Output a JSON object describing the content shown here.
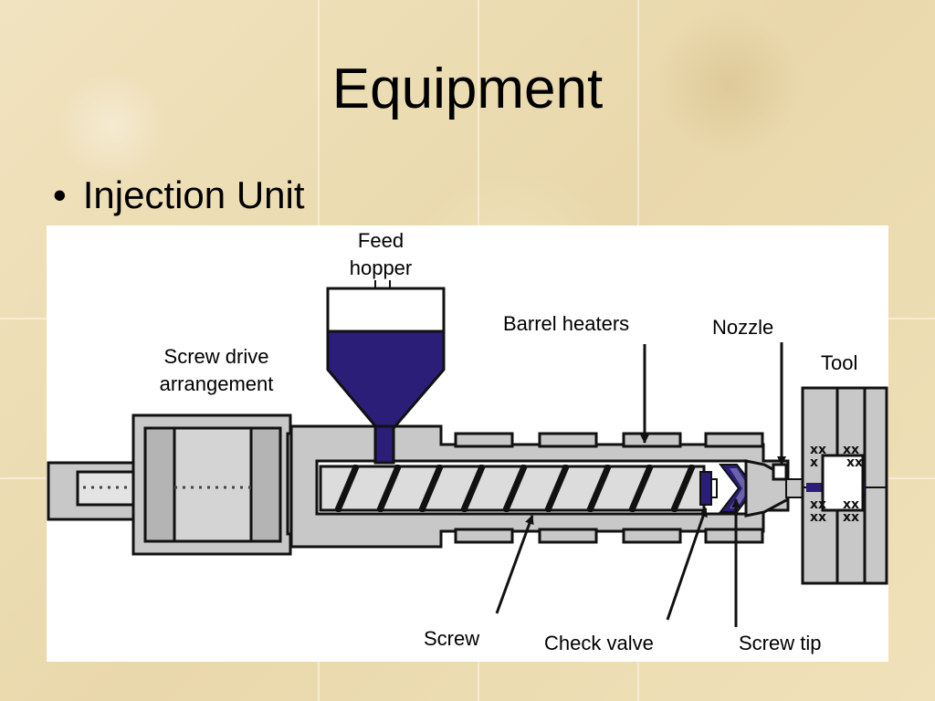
{
  "slide": {
    "title": "Equipment",
    "bullet_marker": "•",
    "bullet_text": "Injection Unit"
  },
  "diagram": {
    "labels": {
      "feed_hopper_1": "Feed",
      "feed_hopper_2": "hopper",
      "barrel_heaters": "Barrel heaters",
      "nozzle": "Nozzle",
      "tool": "Tool",
      "screw_drive_1": "Screw drive",
      "screw_drive_2": "arrangement",
      "screw": "Screw",
      "check_valve": "Check valve",
      "screw_tip": "Screw tip"
    },
    "colors": {
      "material": "#2a1e78",
      "machine_gray": "#c8c8c8",
      "outline": "#111111",
      "background": "#ffffff"
    }
  }
}
